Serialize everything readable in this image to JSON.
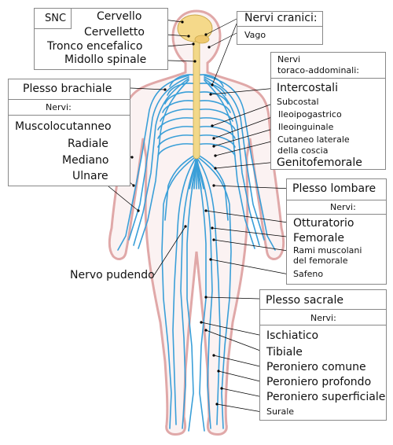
{
  "cns": {
    "title": "SNC",
    "items": [
      "Cervello",
      "Cervelletto",
      "Tronco encefalico",
      "Midollo spinale"
    ]
  },
  "cranial": {
    "title": "Nervi cranici:",
    "items": [
      "Vago"
    ]
  },
  "thoraco": {
    "title_line1": "Nervi",
    "title_line2": "toraco-addominali:",
    "items": [
      "Intercostali",
      "Subcostal",
      "Ileoipogastrico",
      "Ileoinguinale",
      "Cutaneo laterale",
      "della coscia",
      "Genitofemorale"
    ]
  },
  "brachial": {
    "title": "Plesso brachiale",
    "subtitle": "Nervi:",
    "items": [
      "Muscolocutanneo",
      "Radiale",
      "Mediano",
      "Ulnare"
    ]
  },
  "lumbar": {
    "title": "Plesso lombare",
    "subtitle": "Nervi:",
    "items": [
      "Otturatorio",
      "Femorale",
      "Rami muscolani",
      "del femorale",
      "Safeno"
    ]
  },
  "pudendal": "Nervo pudendo",
  "sacral": {
    "title": "Plesso sacrale",
    "subtitle": "Nervi:",
    "items": [
      "Ischiatico",
      "Tibiale",
      "Peroniero comune",
      "Peroniero profondo",
      "Peroniero superficiale",
      "Surale"
    ]
  },
  "colors": {
    "nerve": "#3a9fd8",
    "cord": "#f2d889",
    "brain": "#f5d98a",
    "body_outline": "#e0a8a8",
    "body_fill": "#fbf2f2",
    "leader": "#000000",
    "box_border": "#888888"
  }
}
